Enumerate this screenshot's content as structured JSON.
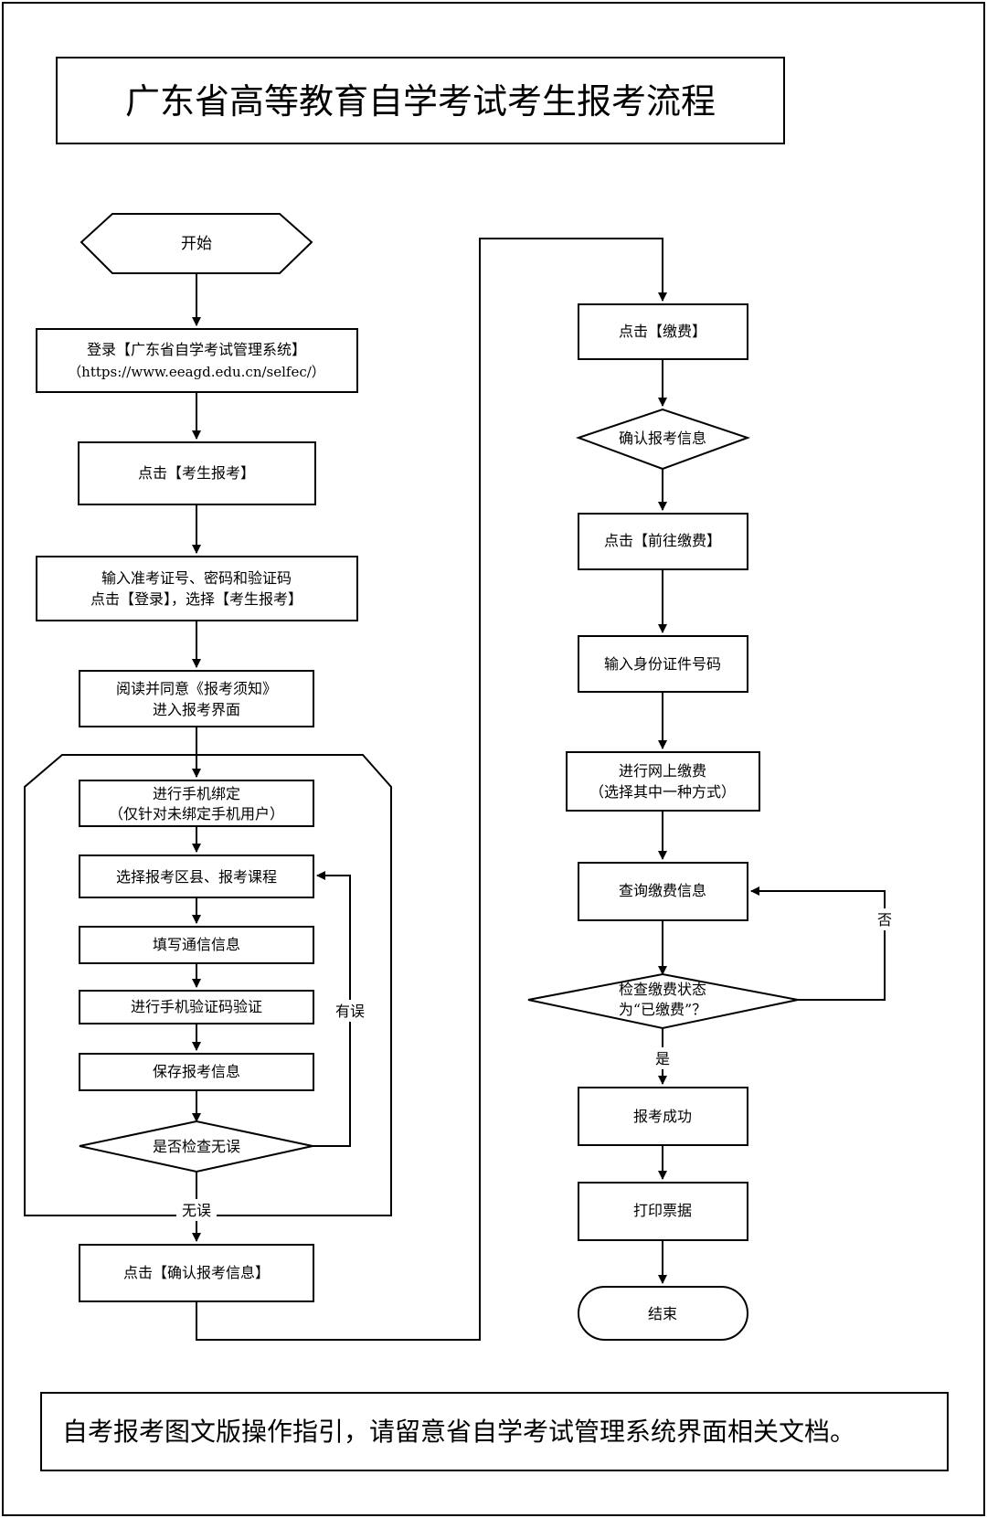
{
  "title": "广东省高等教育自学考试考生报考流程",
  "footer": "自考报考图文版操作指引，请留意省自学考试管理系统界面相关文档。",
  "left": {
    "start": "开始",
    "login_line1": "登录【广东省自学考试管理系统】",
    "login_line2": "（https://www.eeagd.edu.cn/selfec/）",
    "click_register": "点击【考生报考】",
    "input_line1": "输入准考证号、密码和验证码",
    "input_line2": "点击【登录】，选择【考生报考】",
    "read_line1": "阅读并同意《报考须知》",
    "read_line2": "进入报考界面",
    "bind_line1": "进行手机绑定",
    "bind_line2": "（仅针对未绑定手机用户）",
    "select_course": "选择报考区县、报考课程",
    "fill_contact": "填写通信信息",
    "sms_verify": "进行手机验证码验证",
    "save_info": "保存报考信息",
    "check_ok": "是否检查无误",
    "label_error": "有误",
    "label_ok": "无误",
    "confirm_info": "点击【确认报考信息】"
  },
  "right": {
    "click_pay": "点击【缴费】",
    "confirm_info": "确认报考信息",
    "goto_pay": "点击【前往缴费】",
    "input_id": "输入身份证件号码",
    "pay_line1": "进行网上缴费",
    "pay_line2": "（选择其中一种方式）",
    "query_pay": "查询缴费信息",
    "check_line1": "检查缴费状态",
    "check_line2": "为“已缴费”？",
    "label_no": "否",
    "label_yes": "是",
    "success": "报考成功",
    "print": "打印票据",
    "end": "结束"
  }
}
